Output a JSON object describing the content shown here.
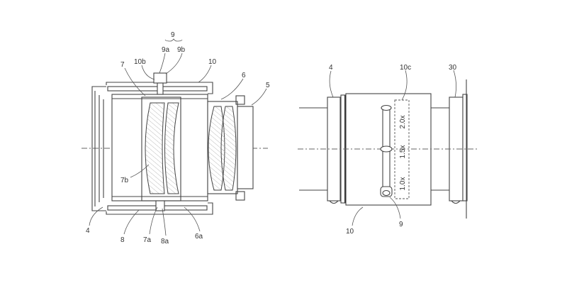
{
  "figure_left": {
    "labels": {
      "l9": "9",
      "l9a": "9a",
      "l9b": "9b",
      "l10b": "10b",
      "l10": "10",
      "l7": "7",
      "l6": "6",
      "l5": "5",
      "l7b": "7b",
      "l4": "4",
      "l8": "8",
      "l7a": "7a",
      "l8a": "8a",
      "l6a": "6a"
    }
  },
  "figure_right": {
    "labels": {
      "l4": "4",
      "l10c": "10c",
      "l30": "30",
      "l10": "10",
      "l9": "9"
    },
    "scale_marks": [
      "2.0x",
      "1.5x",
      "1.0x"
    ]
  }
}
